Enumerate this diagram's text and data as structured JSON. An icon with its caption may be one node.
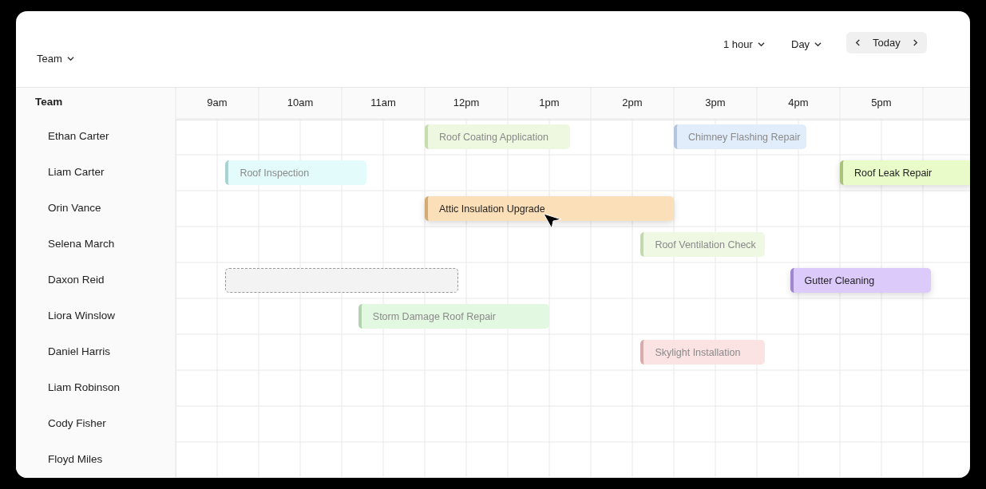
{
  "diagram": {
    "nodes": [
      {
        "text": [
          "Roof Coating Application"
        ]
      },
      {
        "text": [
          "Chimney Flashing Repair"
        ]
      },
      {
        "text": [
          "Roof Inspection"
        ]
      },
      {
        "text": [
          "Roof Leak Repair"
        ]
      },
      {
        "text": [
          "Attic Insulation Upgrade"
        ]
      },
      {
        "text": [
          "Roof Ventilation Check"
        ]
      },
      {
        "text": [],
        "shape": "box"
      },
      {
        "text": [
          "Gutter Cleaning"
        ]
      },
      {
        "text": [
          "Storm Damage Roof Repair"
        ]
      },
      {
        "text": [
          "Skylight Installation"
        ]
      }
    ],
    "edges": [],
    "labels": [
      "Team",
      "1 hour",
      "Day",
      "Today",
      "Team",
      "9am",
      "10am",
      "11am",
      "12pm",
      "1pm",
      "2pm",
      "3pm",
      "4pm",
      "5pm",
      "Ethan Carter",
      "Liam Carter",
      "Orin Vance",
      "Selena March",
      "Daxon Reid",
      "Liora Winslow",
      "Daniel Harris",
      "Liam Robinson",
      "Cody Fisher",
      "Floyd Miles"
    ]
  }
}
